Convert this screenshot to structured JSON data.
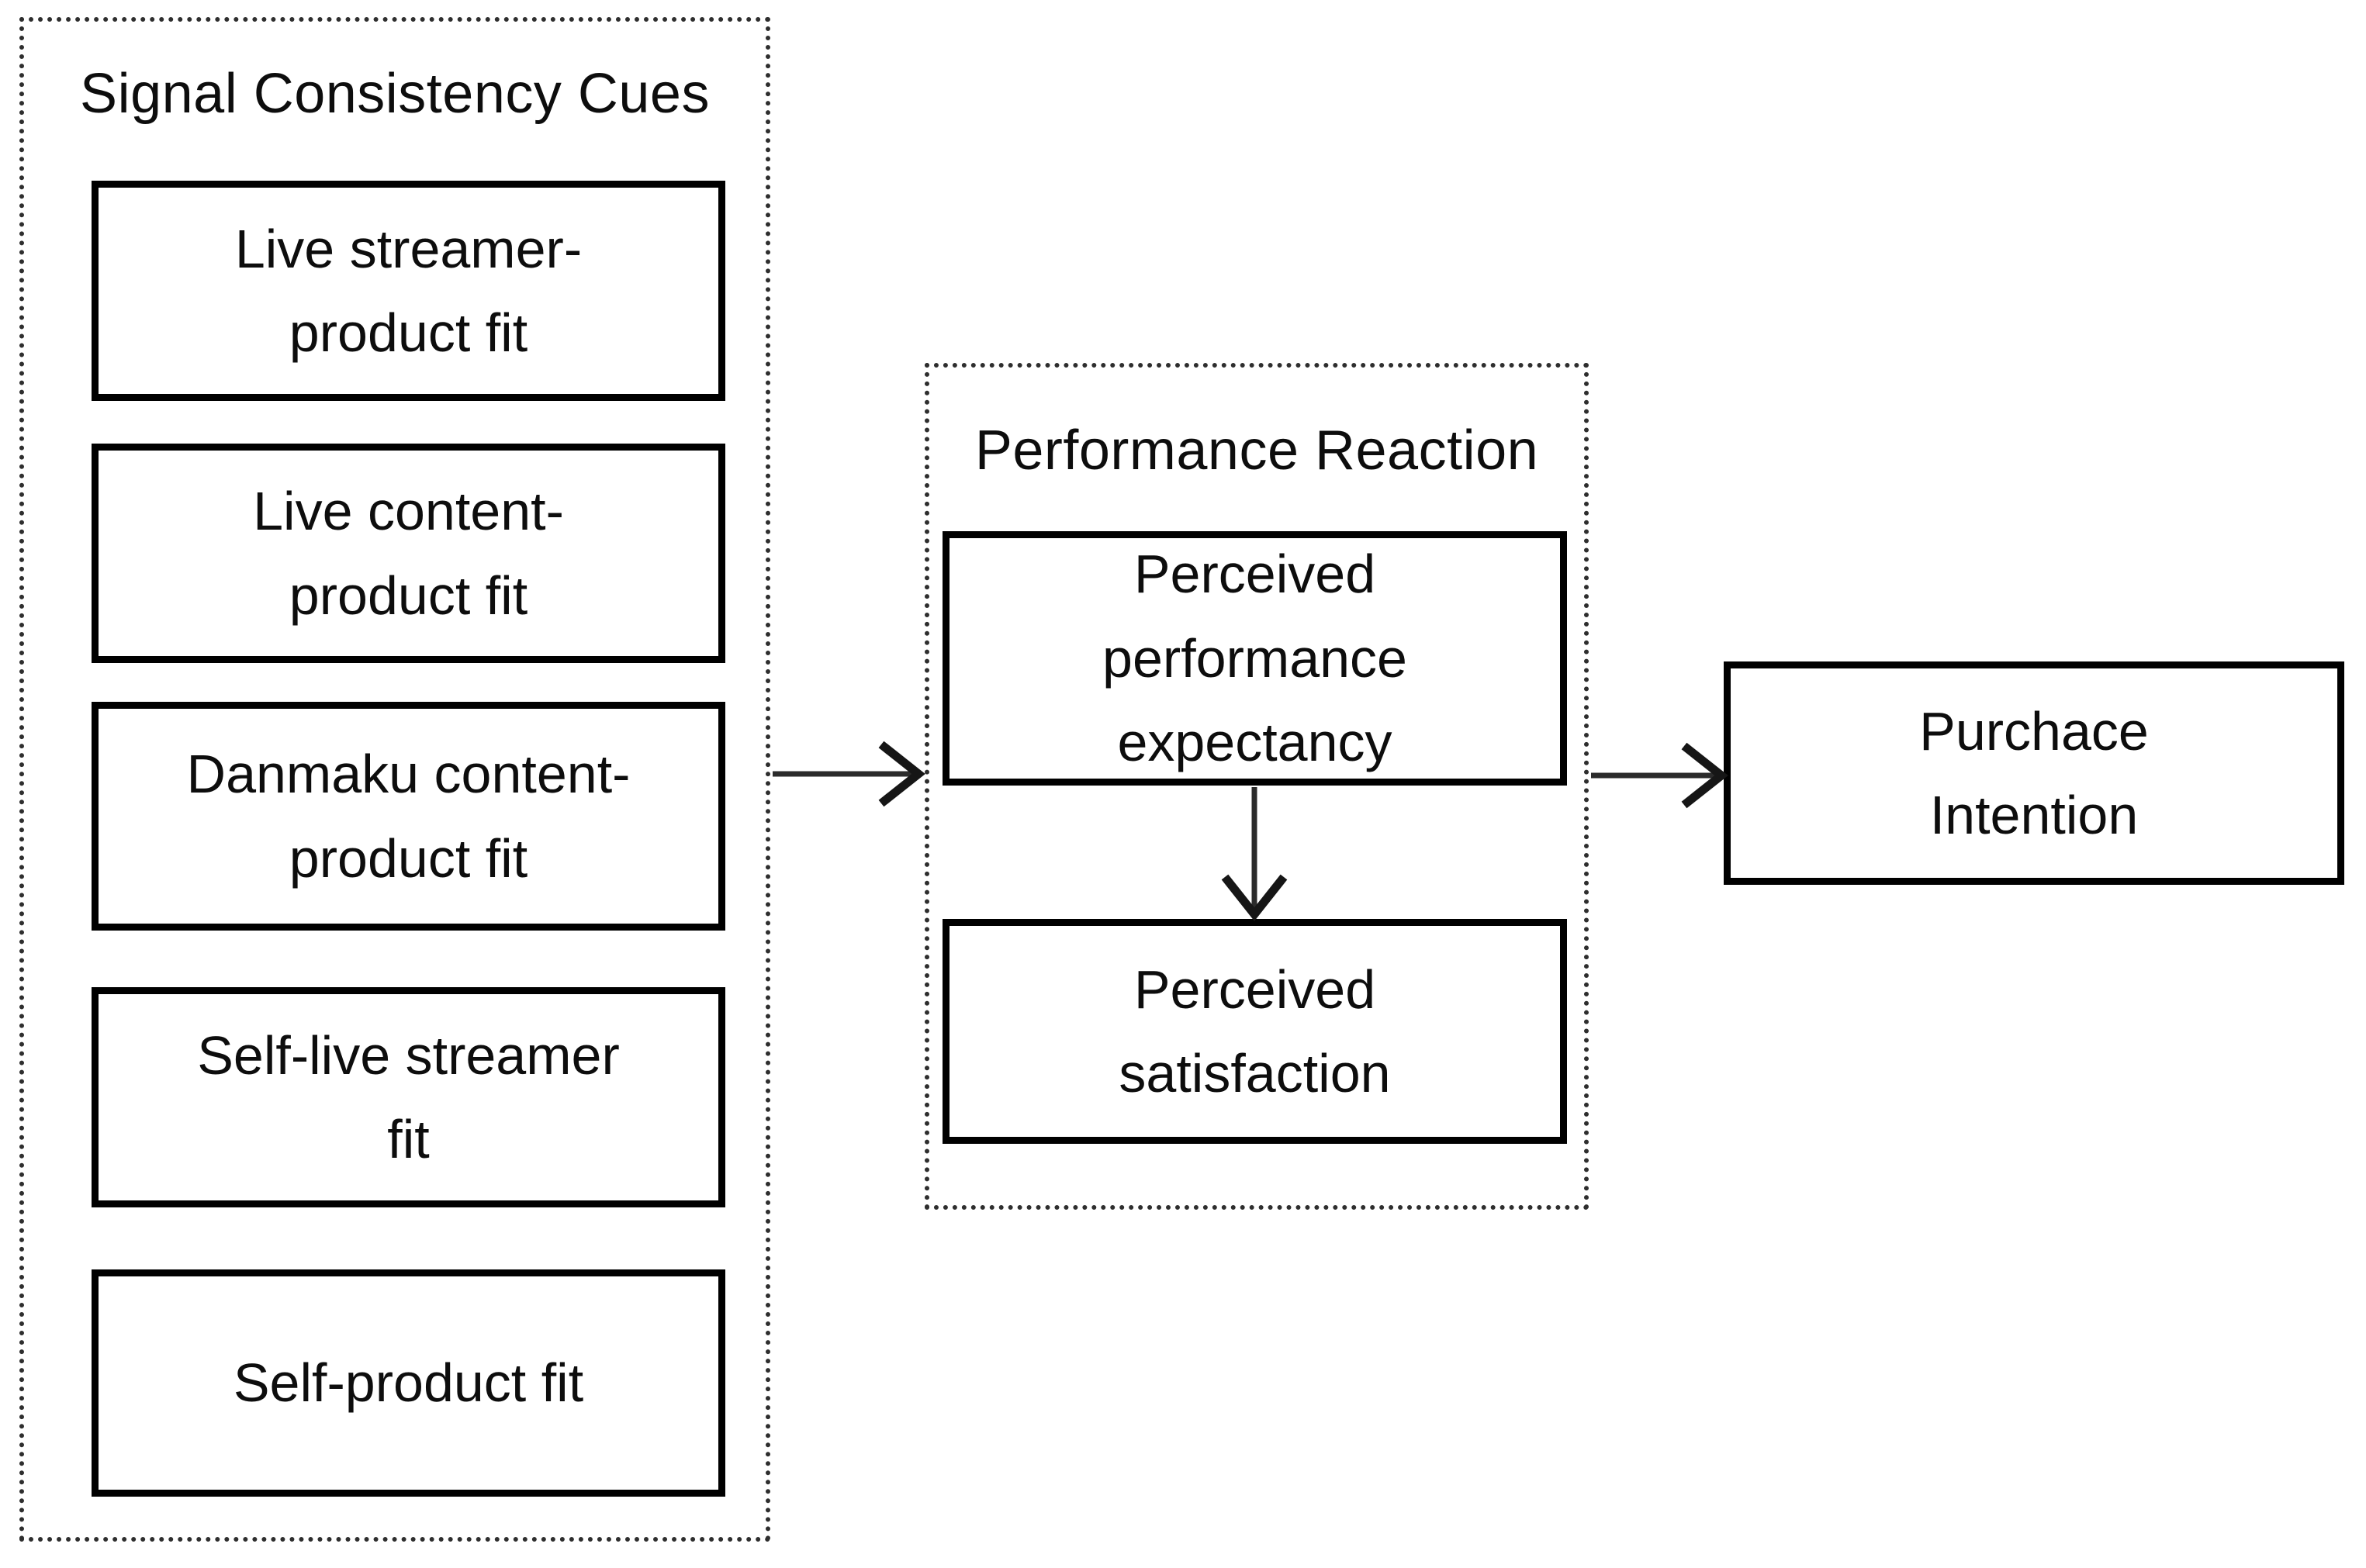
{
  "left_panel": {
    "title": "Signal Consistency Cues",
    "boxes": [
      {
        "lines": [
          "Live streamer-",
          "product fit"
        ]
      },
      {
        "lines": [
          "Live content-",
          "product fit"
        ]
      },
      {
        "lines": [
          "Danmaku content-",
          "product fit"
        ]
      },
      {
        "lines": [
          "Self-live streamer",
          "fit"
        ]
      },
      {
        "lines": [
          "Self-product fit"
        ]
      }
    ]
  },
  "middle_panel": {
    "title": "Performance Reaction",
    "boxes": [
      {
        "lines": [
          "Perceived",
          "performance",
          "expectancy"
        ]
      },
      {
        "lines": [
          "Perceived",
          "satisfaction"
        ]
      }
    ]
  },
  "right_panel": {
    "box": {
      "lines": [
        "Purchace",
        "Intention"
      ]
    }
  },
  "arrows": [
    {
      "name": "cues-to-performance-reaction",
      "direction": "right"
    },
    {
      "name": "expectancy-to-satisfaction",
      "direction": "down"
    },
    {
      "name": "performance-reaction-to-purchase-intention",
      "direction": "right"
    }
  ],
  "colors": {
    "background": "#ffffff",
    "box_border": "#000000",
    "dotted_border": "#2e2e2e",
    "text": "#0d0d0d",
    "arrow": "#2b2b2b"
  }
}
